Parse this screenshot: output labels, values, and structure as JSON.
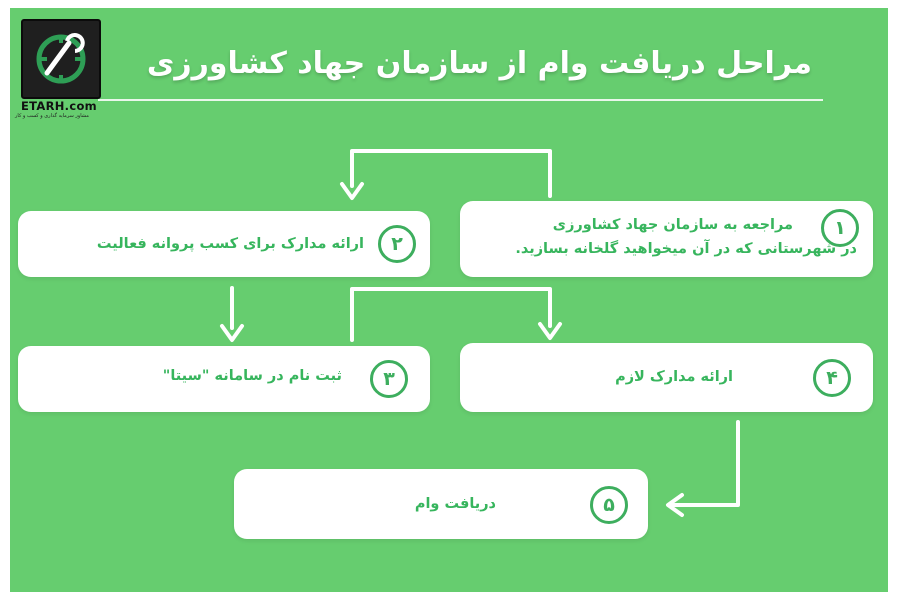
{
  "title": "مراحل دریافت وام از سازمان جهاد کشاورزی",
  "logo": {
    "name": "ETARH.com",
    "tagline": "مشاور سرمایه گذاری و کسب و کار"
  },
  "steps": [
    {
      "number": "۱",
      "line1": "مراجعه به سازمان جهاد کشاورزی",
      "line2": "در شهرستانی که در آن میخواهید گلخانه بسازید."
    },
    {
      "number": "۲",
      "line1": "ارائه مدارک برای کسب پروانه فعالیت"
    },
    {
      "number": "۳",
      "line1": "ثبت نام در سامانه \"سیتا\""
    },
    {
      "number": "۴",
      "line1": "ارائه مدارک لازم"
    },
    {
      "number": "۵",
      "line1": "دریافت وام"
    }
  ],
  "colors": {
    "background": "#66cd6f",
    "card": "#ffffff",
    "text": "#37b55d",
    "badge": "#3dae5e",
    "arrow": "#ffffff"
  },
  "icons": {
    "logo": "gear-wrench-logo-icon",
    "arrow": "arrow-head-icon"
  }
}
